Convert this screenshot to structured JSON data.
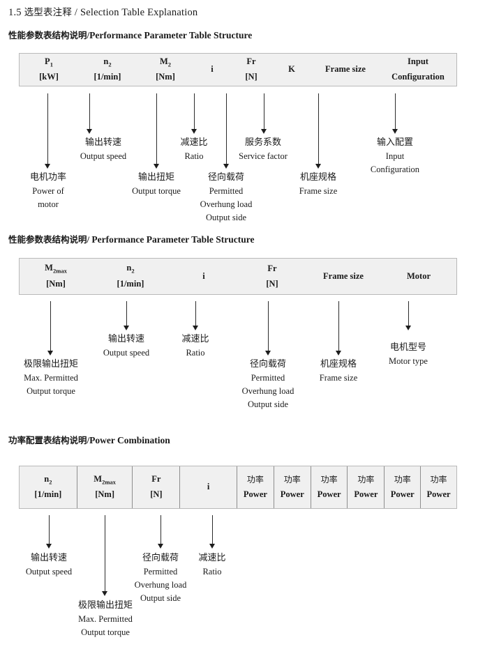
{
  "document": {
    "section_number": "1.5",
    "section_title_cn": "选型表注释",
    "section_title_sep": "/",
    "section_title_en": "Selection Table Explanation"
  },
  "blocks": [
    {
      "id": "performance-parameter-table-structure-1",
      "heading_cn": "性能参数表结构说明",
      "heading_sep": "/",
      "heading_en": "Performance Parameter Table Structure",
      "columns": [
        {
          "symbol": "P",
          "subscript": "1",
          "unit": "[kW]"
        },
        {
          "symbol": "n",
          "subscript": "2",
          "unit": "[1/min]"
        },
        {
          "symbol": "M",
          "subscript": "2",
          "unit": "[Nm]"
        },
        {
          "symbol": "i",
          "subscript": "",
          "unit": ""
        },
        {
          "symbol": "Fr",
          "subscript": "",
          "unit": "[N]"
        },
        {
          "symbol": "K",
          "subscript": "",
          "unit": ""
        },
        {
          "symbol": "Frame size",
          "subscript": "",
          "unit": ""
        },
        {
          "symbol": "Input",
          "subscript": "",
          "unit": "Configuration"
        }
      ],
      "notes": [
        {
          "cn": "电机功率",
          "en": [
            "Power of",
            "motor"
          ]
        },
        {
          "cn": "输出转速",
          "en": [
            "Output speed"
          ]
        },
        {
          "cn": "输出扭矩",
          "en": [
            "Output torque"
          ]
        },
        {
          "cn": "减速比",
          "en": [
            "Ratio"
          ]
        },
        {
          "cn": "径向载荷",
          "en": [
            "Permitted",
            "Overhung load",
            "Output side"
          ]
        },
        {
          "cn": "服务系数",
          "en": [
            "Service factor"
          ]
        },
        {
          "cn": "机座规格",
          "en": [
            "Frame size"
          ]
        },
        {
          "cn": "输入配置",
          "en": [
            "Input",
            "Configuration"
          ]
        }
      ]
    },
    {
      "id": "performance-parameter-table-structure-2",
      "heading_cn": "性能参数表结构说明",
      "heading_sep": "/",
      "heading_en": "Performance Parameter Table Structure",
      "columns": [
        {
          "symbol": "M",
          "subscript": "2max",
          "unit": "[Nm]"
        },
        {
          "symbol": "n",
          "subscript": "2",
          "unit": "[1/min]"
        },
        {
          "symbol": "i",
          "subscript": "",
          "unit": ""
        },
        {
          "symbol": "Fr",
          "subscript": "",
          "unit": "[N]"
        },
        {
          "symbol": "Frame size",
          "subscript": "",
          "unit": ""
        },
        {
          "symbol": "Motor",
          "subscript": "",
          "unit": ""
        }
      ],
      "notes": [
        {
          "cn": "极限输出扭矩",
          "en": [
            "Max. Permitted",
            "Output  torque"
          ]
        },
        {
          "cn": "输出转速",
          "en": [
            "Output speed"
          ]
        },
        {
          "cn": "减速比",
          "en": [
            "Ratio"
          ]
        },
        {
          "cn": "径向载荷",
          "en": [
            "Permitted",
            "Overhung load",
            "Output side"
          ]
        },
        {
          "cn": "机座规格",
          "en": [
            "Frame size"
          ]
        },
        {
          "cn": "电机型号",
          "en": [
            "Motor type"
          ]
        }
      ]
    },
    {
      "id": "power-combination",
      "heading_cn": "功率配置表结构说明",
      "heading_sep": "/",
      "heading_en": "Power Combination",
      "columns": [
        {
          "symbol": "n",
          "subscript": "2",
          "unit": "[1/min]"
        },
        {
          "symbol": "M",
          "subscript": "2max",
          "unit": "[Nm]"
        },
        {
          "symbol": "Fr",
          "subscript": "",
          "unit": "[N]"
        },
        {
          "symbol": "i",
          "subscript": "",
          "unit": ""
        },
        {
          "cn": "功率",
          "symbol": "Power",
          "subscript": "",
          "unit": ""
        },
        {
          "cn": "功率",
          "symbol": "Power",
          "subscript": "",
          "unit": ""
        },
        {
          "cn": "功率",
          "symbol": "Power",
          "subscript": "",
          "unit": ""
        },
        {
          "cn": "功率",
          "symbol": "Power",
          "subscript": "",
          "unit": ""
        },
        {
          "cn": "功率",
          "symbol": "Power",
          "subscript": "",
          "unit": ""
        },
        {
          "cn": "功率",
          "symbol": "Power",
          "subscript": "",
          "unit": ""
        }
      ],
      "notes": [
        {
          "cn": "输出转速",
          "en": [
            "Output speed"
          ]
        },
        {
          "cn": "极限输出扭矩",
          "en": [
            "Max. Permitted",
            "Output  torque"
          ]
        },
        {
          "cn": "径向载荷",
          "en": [
            "Permitted",
            "Overhung load",
            "Output side"
          ]
        },
        {
          "cn": "减速比",
          "en": [
            "Ratio"
          ]
        }
      ]
    }
  ],
  "colors": {
    "table_fill": "#f0f0f0",
    "table_border": "#b9b9b9",
    "cell_divider": "#8d8d8d",
    "arrow": "#1d1d1d",
    "text": "#1a1a1a"
  }
}
